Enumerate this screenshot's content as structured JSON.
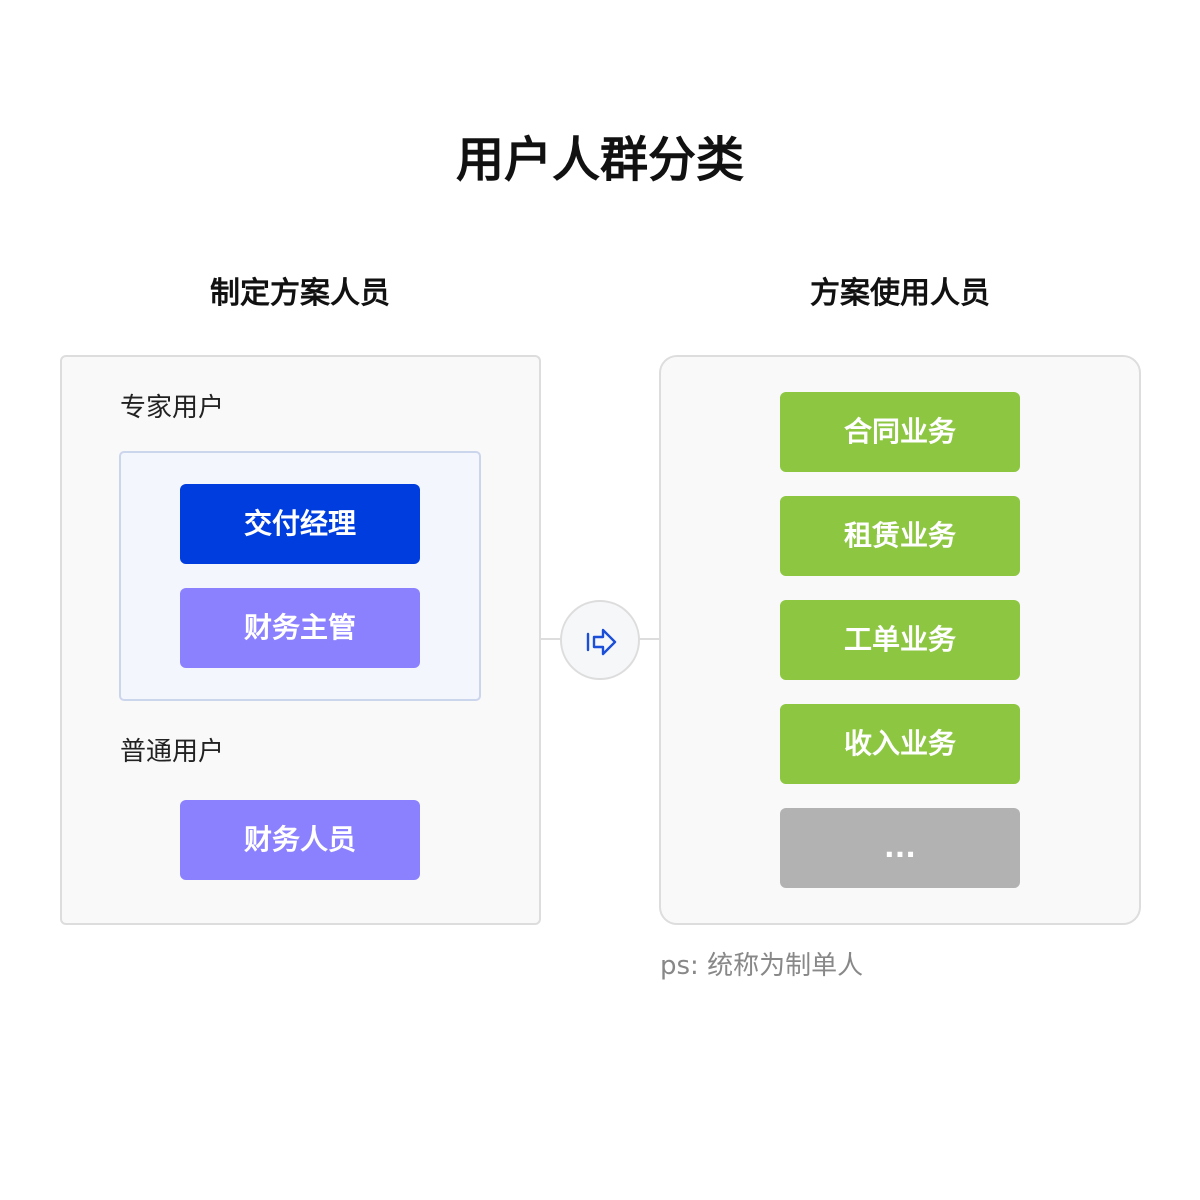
{
  "title": "用户人群分类",
  "left_column": {
    "heading": "制定方案人员",
    "expert_group": {
      "label": "专家用户",
      "roles": [
        "交付经理",
        "财务主管"
      ]
    },
    "normal_group": {
      "label": "普通用户",
      "roles": [
        "财务人员"
      ]
    }
  },
  "right_column": {
    "heading": "方案使用人员",
    "items": [
      "合同业务",
      "租赁业务",
      "工单业务",
      "收入业务",
      "..."
    ]
  },
  "footnote": "ps: 统称为制单人",
  "colors": {
    "primary_blue": "#003ddf",
    "violet": "#8b80fe",
    "green": "#8dc641",
    "gray": "#b2b2b2",
    "arrow": "#1b4fd9"
  },
  "icons": {
    "connector": "arrow-right-icon"
  }
}
